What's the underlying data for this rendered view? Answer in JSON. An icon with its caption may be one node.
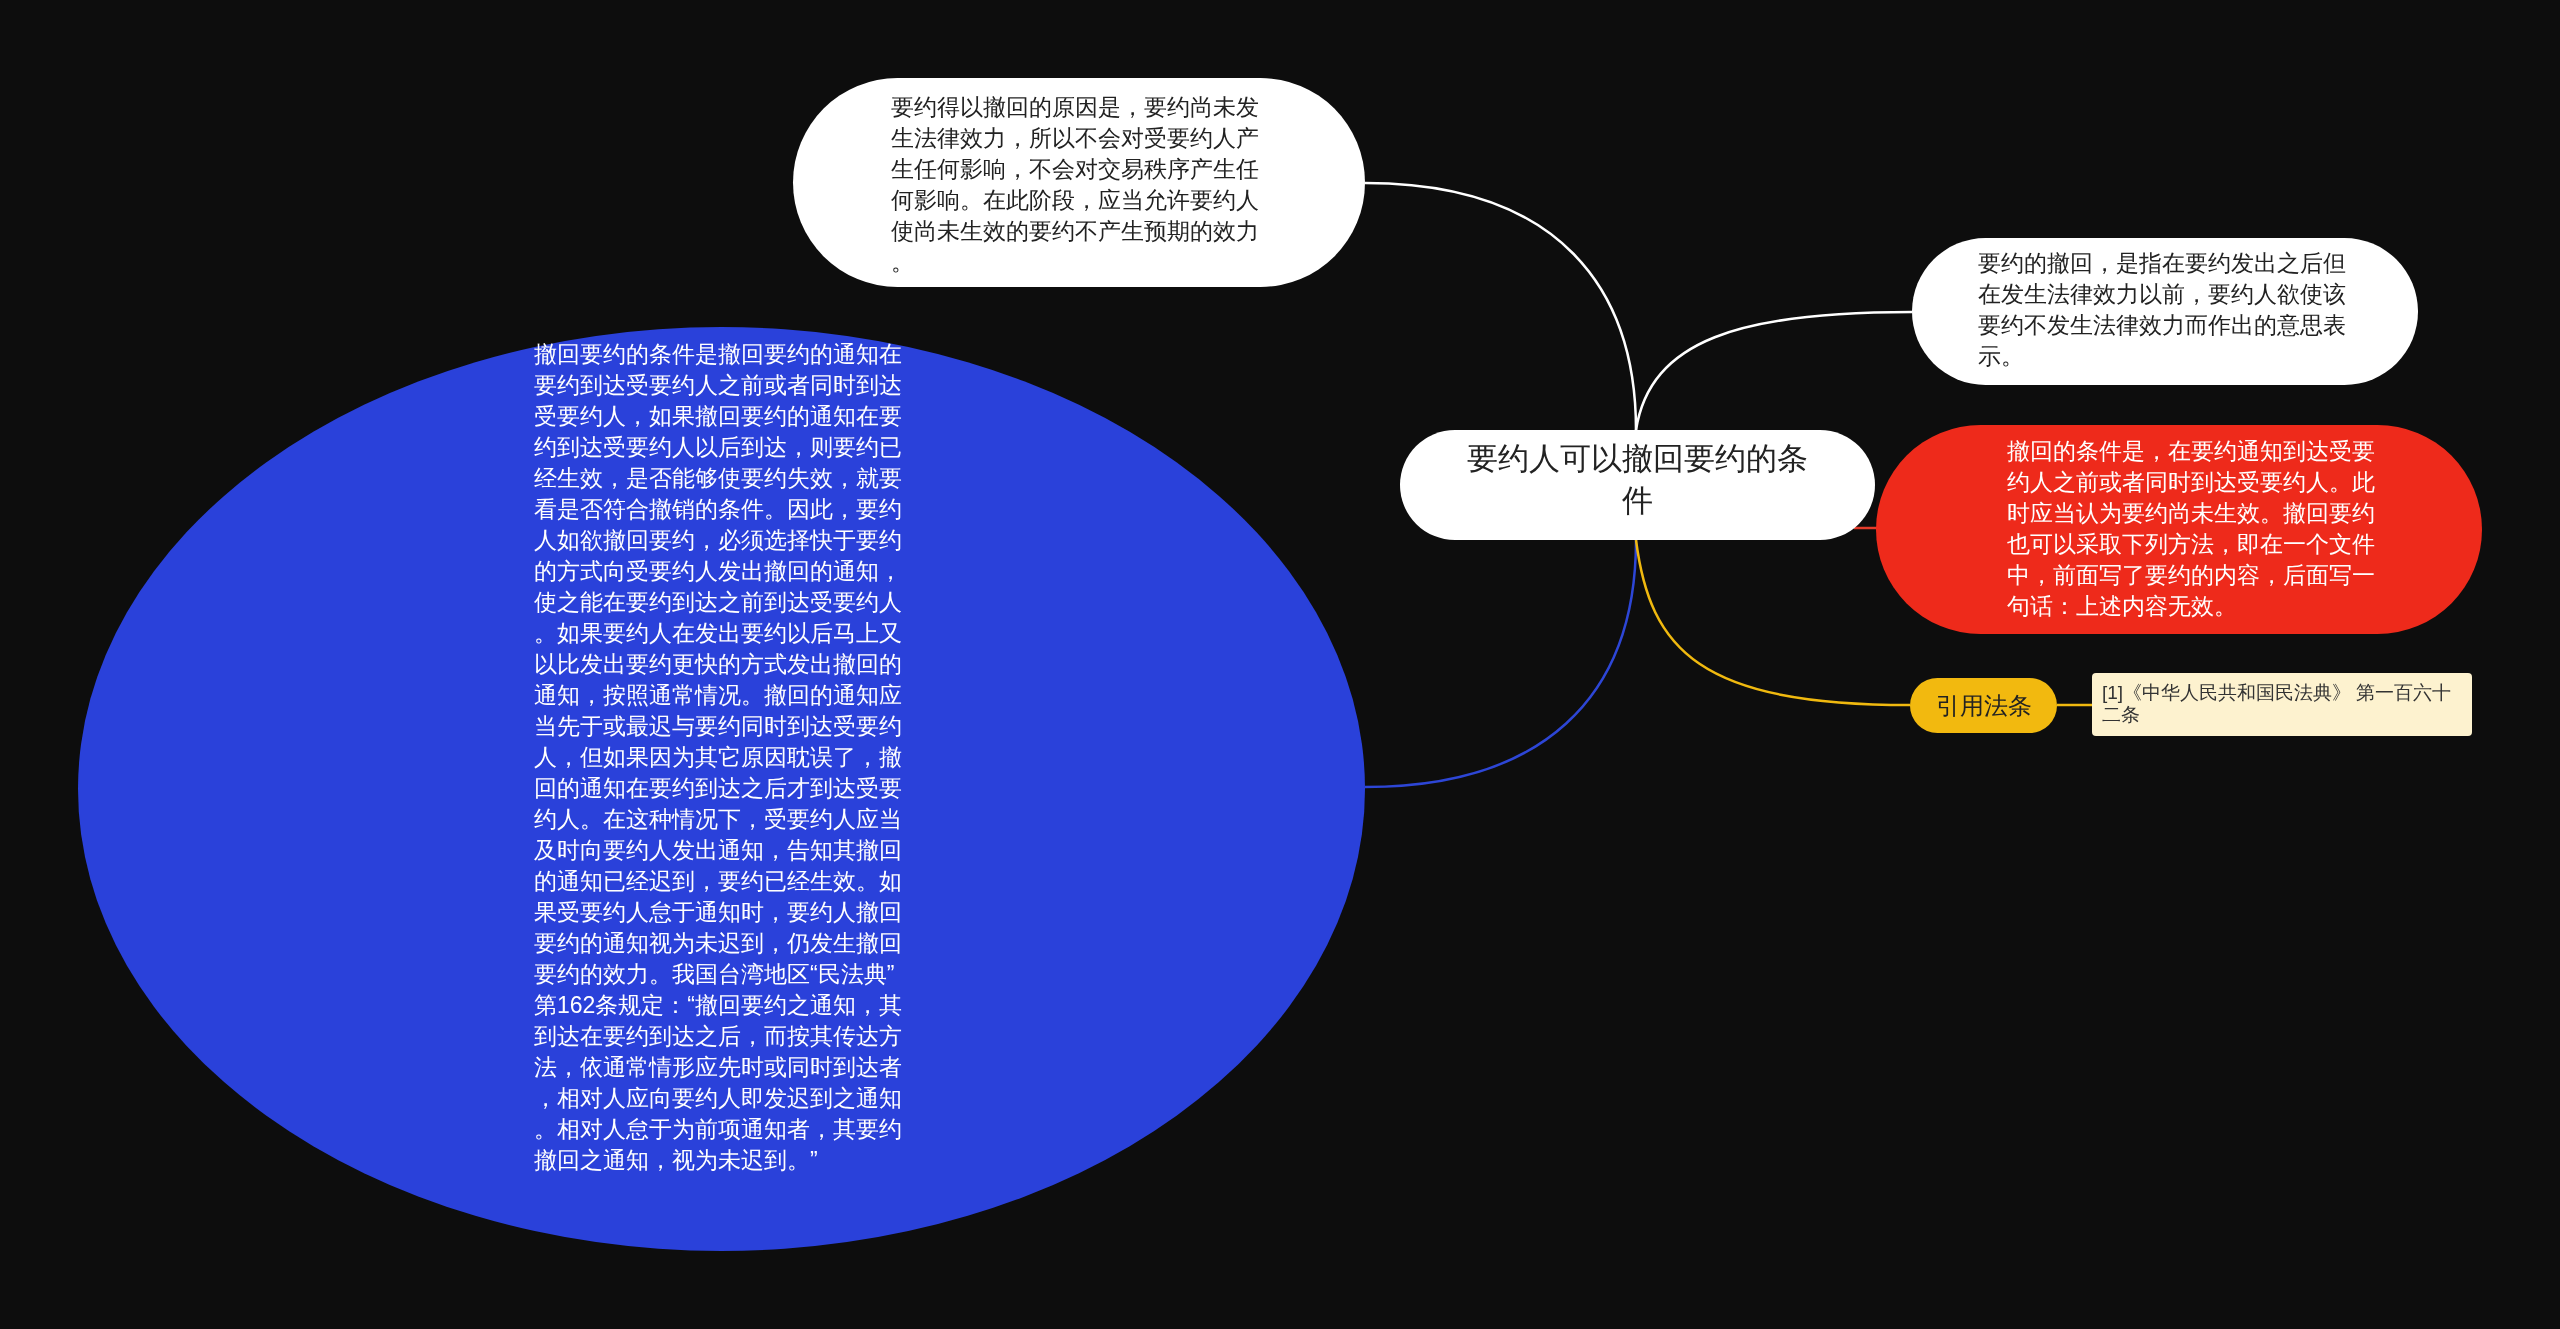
{
  "diagram": {
    "nodes": [
      {
        "text": [
          "要约人可以撤回要约的条件"
        ]
      },
      {
        "text": [
          "要约得以撤回的原因是，要约尚未发生法律效力，所以不会对受要约人产生任何影响，不会对交易秩序产生任何影响。在此阶段，应当允许要约人使尚未生效的要约不产生预期的效力。"
        ]
      },
      {
        "text": [
          "撤回要约的条件是撤回要约的通知在要约到达受要约人之前或者同时到达受要约人，如果撤回要约的通知在要约到达受要约人以后到达，则要约已经生效，是否能够使要约失效，就要看是否符合撤销的条件。因此，要约人如欲撤回要约，必须选择快于要约的方式向受要约人发出撤回的通知，使之能在要约到达之前到达受要约人。如果要约人在发出要约以后马上又以比发出要约更快的方式发出撤回的通知，按照通常情况。撤回的通知应当先于或最迟与要约同时到达受要约人，但如果因为其它原因耽误了，撤回的通知在要约到达之后才到达受要约人。在这种情况下，受要约人应当及时向要约人发出通知，告知其撤回的通知已经迟到，要约已经生效。如果受要约人怠于通知时，要约人撤回要约的通知视为未迟到，仍发生撤回要约的效力。我国台湾地区“民法典”第162条规定：“撤回要约之通知，其到达在要约到达之后，而按其传达方法，依通常情形应先时或同时到达者，相对人应向要约人即发迟到之通知。相对人怠于为前项通知者，其要约撤回之通知，视为未迟到。”"
        ]
      },
      {
        "text": [
          "要约的撤回，是指在要约发出之后但在发生法律效力以前，要约人欲使该要约不发生法律效力而作出的意思表示。"
        ]
      },
      {
        "text": [
          "撤回的条件是，在要约通知到达受要约人之前或者同时到达受要约人。此时应当认为要约尚未生效。撤回要约也可以采取下列方法，即在一个文件中，前面写了要约的内容，后面写一句话：上述内容无效。"
        ]
      },
      {
        "text": [
          "引用法条"
        ]
      },
      {
        "text": [
          "[1]《中华人民共和国民法典》 第一百六十二条"
        ]
      }
    ],
    "edges": [
      {
        "from": 0,
        "to": 1,
        "arrow": "none",
        "color": "#ffffff"
      },
      {
        "from": 0,
        "to": 2,
        "arrow": "none",
        "color": "#2d46d6"
      },
      {
        "from": 0,
        "to": 3,
        "arrow": "none",
        "color": "#ffffff"
      },
      {
        "from": 0,
        "to": 4,
        "arrow": "none",
        "color": "#e33c2b"
      },
      {
        "from": 0,
        "to": 5,
        "arrow": "none",
        "color": "#f0b90f"
      },
      {
        "from": 5,
        "to": 6,
        "arrow": "none",
        "color": "#f0b90f"
      }
    ]
  }
}
